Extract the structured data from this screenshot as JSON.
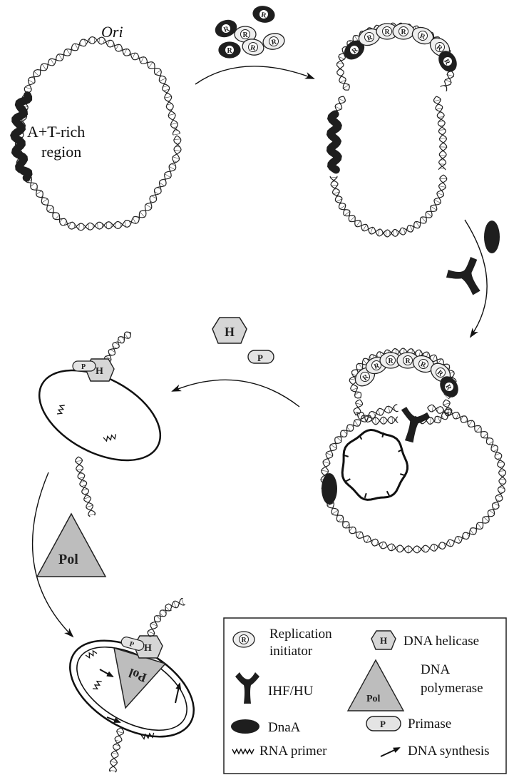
{
  "labels": {
    "ori": "Ori",
    "at_rich_line1": "A+T-rich",
    "at_rich_line2": "region",
    "pol_free": "Pol",
    "pol_bound": "Pol",
    "helicase_free": "H",
    "primase_free": "P",
    "initiator_glyph": "R",
    "helicase_glyph": "H",
    "primase_glyph": "P"
  },
  "legend": {
    "replication_initiator": {
      "line1": "Replication",
      "line2": "initiator",
      "glyph": "R"
    },
    "dna_helicase": {
      "label": "DNA helicase",
      "glyph": "H"
    },
    "ihf_hu": {
      "label": "IHF/HU"
    },
    "dna_polymerase": {
      "line1": "DNA",
      "line2": "polymerase",
      "glyph": "Pol"
    },
    "dnaa": {
      "label": "DnaA"
    },
    "primase": {
      "label": "Primase",
      "glyph": "P"
    },
    "rna_primer": {
      "label": "RNA primer",
      "glyph": "WW"
    },
    "dna_synthesis": {
      "label": "DNA synthesis"
    }
  },
  "colors": {
    "dna_strand": "#222222",
    "dark_protein": "#1e1e1e",
    "light_protein": "#e4e4e4",
    "polymerase_fill": "#bdbdbd",
    "helicase_fill": "#d6d6d6"
  }
}
